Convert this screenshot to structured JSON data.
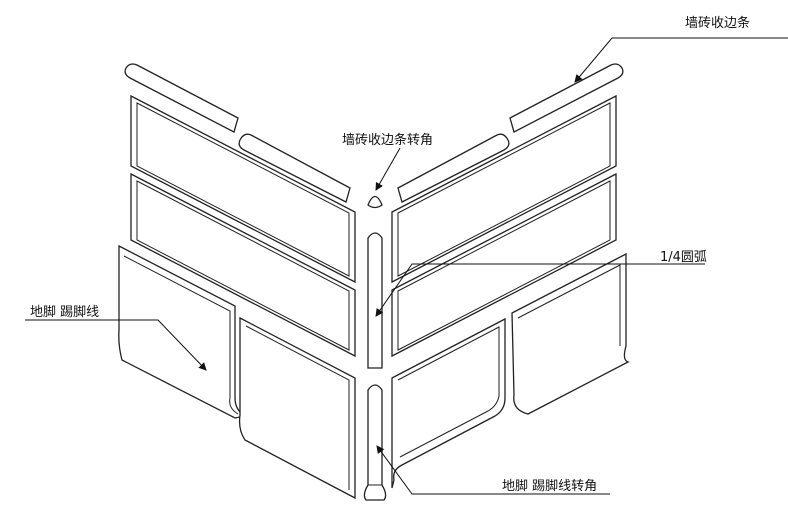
{
  "labels": {
    "wall_trim": "墙砖收边条",
    "wall_trim_corner": "墙砖收边条转角",
    "quarter_round": "1/4圆弧",
    "skirting": "地脚 踢脚线",
    "skirting_corner": "地脚 踢脚线转角"
  }
}
